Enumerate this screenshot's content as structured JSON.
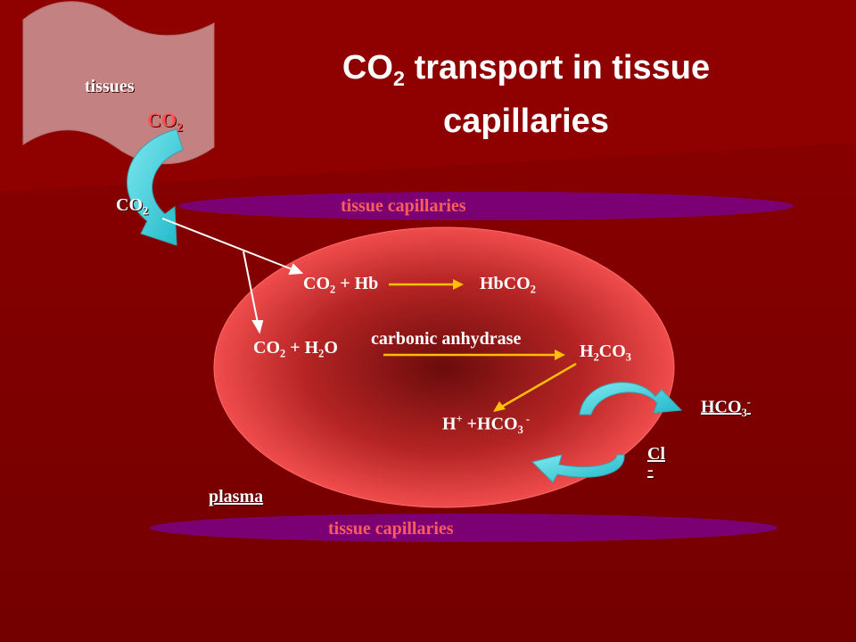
{
  "title": {
    "line1_main": "CO",
    "line1_sub": "2",
    "line1_rest": " transport in tissue",
    "line2": "capillaries"
  },
  "tissues_label": "tissues",
  "co2_label_top": {
    "main": "CO",
    "sub": "2"
  },
  "co2_label_left": {
    "main": "CO",
    "sub": "2"
  },
  "capillary_top_label": "tissue capillaries",
  "capillary_bottom_label": "tissue capillaries",
  "reaction1": {
    "left_a": "CO",
    "left_a_sub": "2",
    "left_b": " + Hb",
    "right_a": "HbCO",
    "right_a_sub": "2"
  },
  "reaction2": {
    "left_a": "CO",
    "left_a_sub": "2",
    "left_b": " + H",
    "left_b_sub": "2",
    "left_c": "O",
    "enzyme": "carbonic anhydrase",
    "right_a": "H",
    "right_a_sub": "2",
    "right_b": "CO",
    "right_b_sub": "3"
  },
  "dissociation": {
    "a": "H",
    "a_sup": "+",
    "b": " +HCO",
    "b_sub": "3",
    "b_sup": " -"
  },
  "bicarbonate_out": {
    "main": "HCO",
    "sub": "3",
    "sup": "-"
  },
  "chloride_in": {
    "main": "Cl",
    "line2": "-"
  },
  "plasma_label": "plasma",
  "colors": {
    "background": "#7a0000",
    "capillary": "#7a0070",
    "rbc_edge": "#ff5a5a",
    "rbc_center": "#6a0a0a",
    "arrow_cyan": "#33d4e0",
    "reaction_arrow": "#ffc000",
    "tissue": "#c88c8c"
  }
}
